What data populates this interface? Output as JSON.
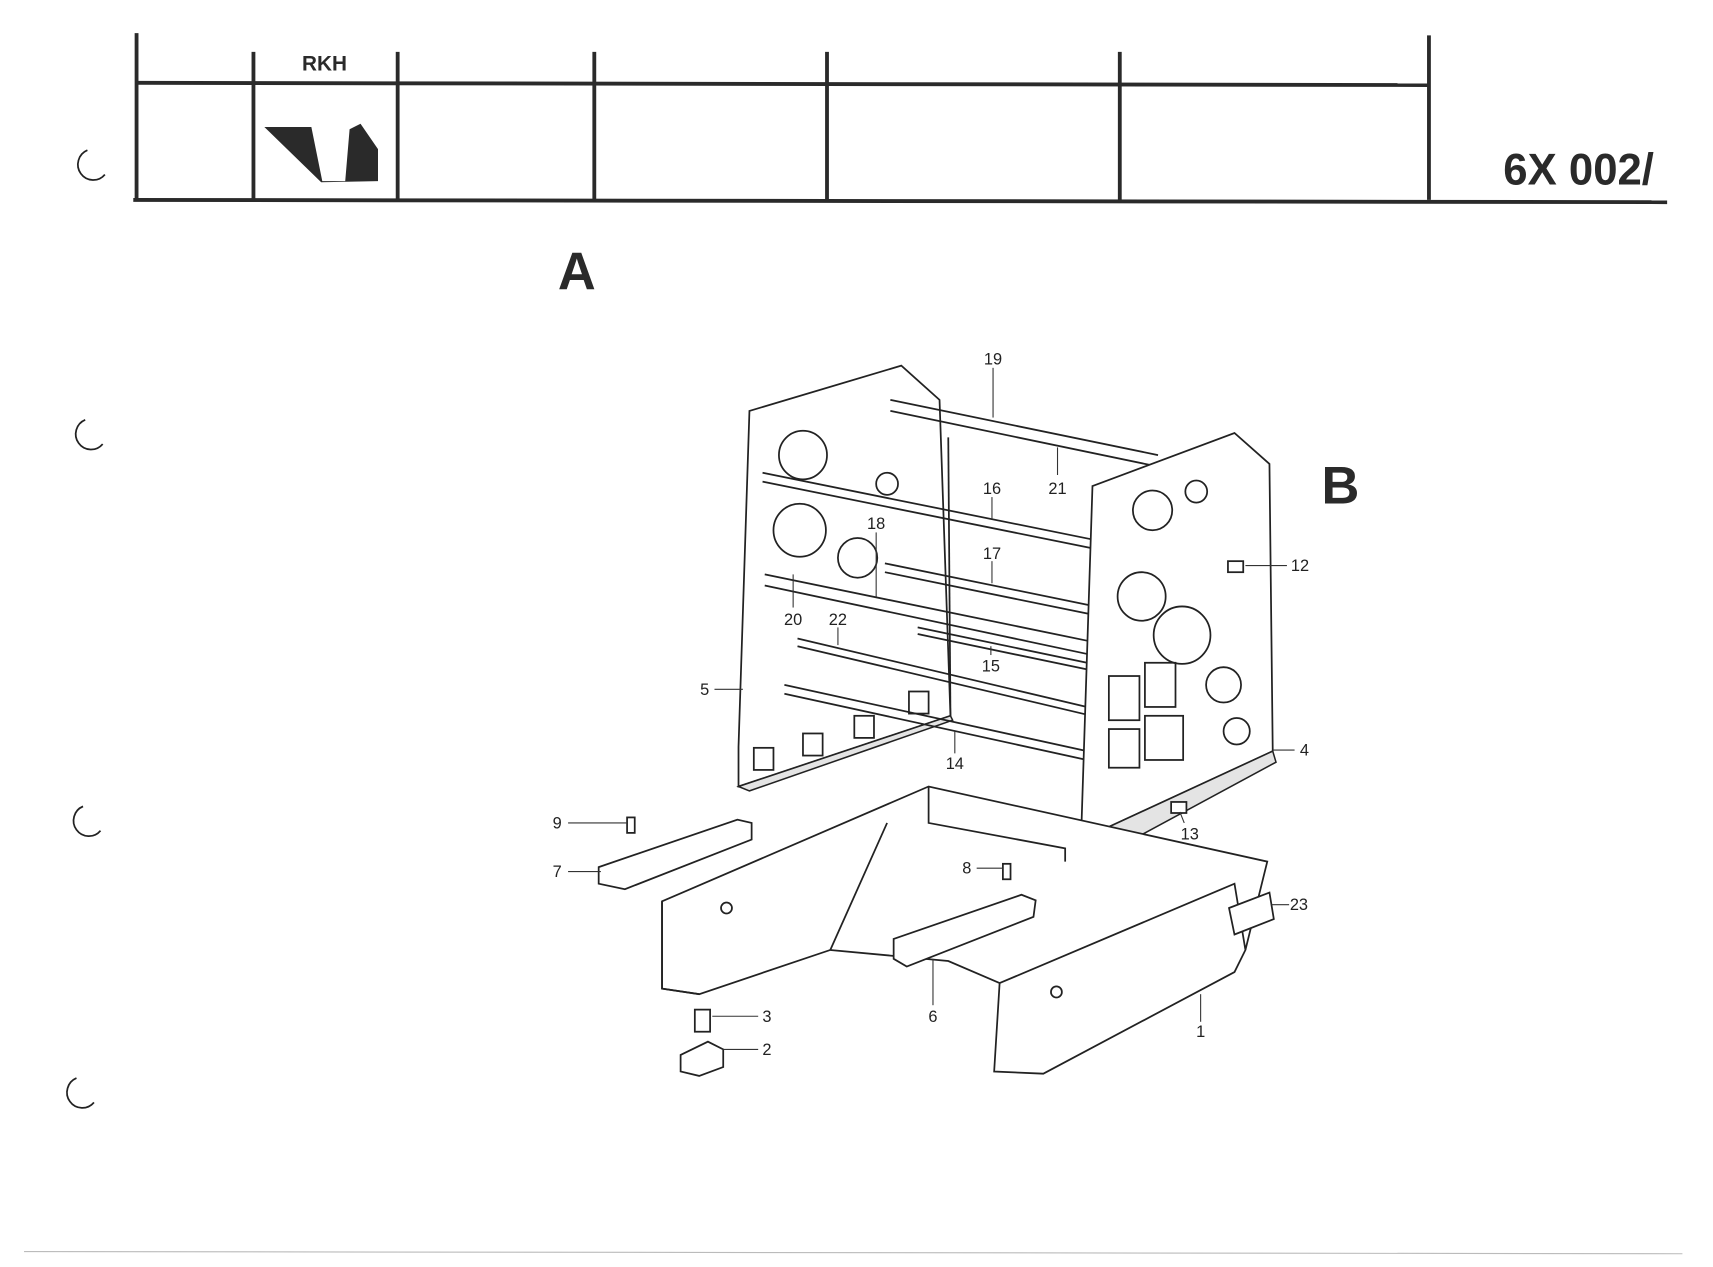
{
  "title_block": {
    "header_cell": "RKH",
    "drawing_number": "6X 002/",
    "logo": "company-logo",
    "logo_color": "#2a2a2a",
    "empty_cells": 4
  },
  "views": {
    "a": "A",
    "b": "B"
  },
  "callouts": [
    "1",
    "2",
    "3",
    "4",
    "5",
    "6",
    "7",
    "8",
    "9",
    "12",
    "13",
    "14",
    "15",
    "16",
    "17",
    "18",
    "19",
    "20",
    "21",
    "22",
    "23"
  ]
}
